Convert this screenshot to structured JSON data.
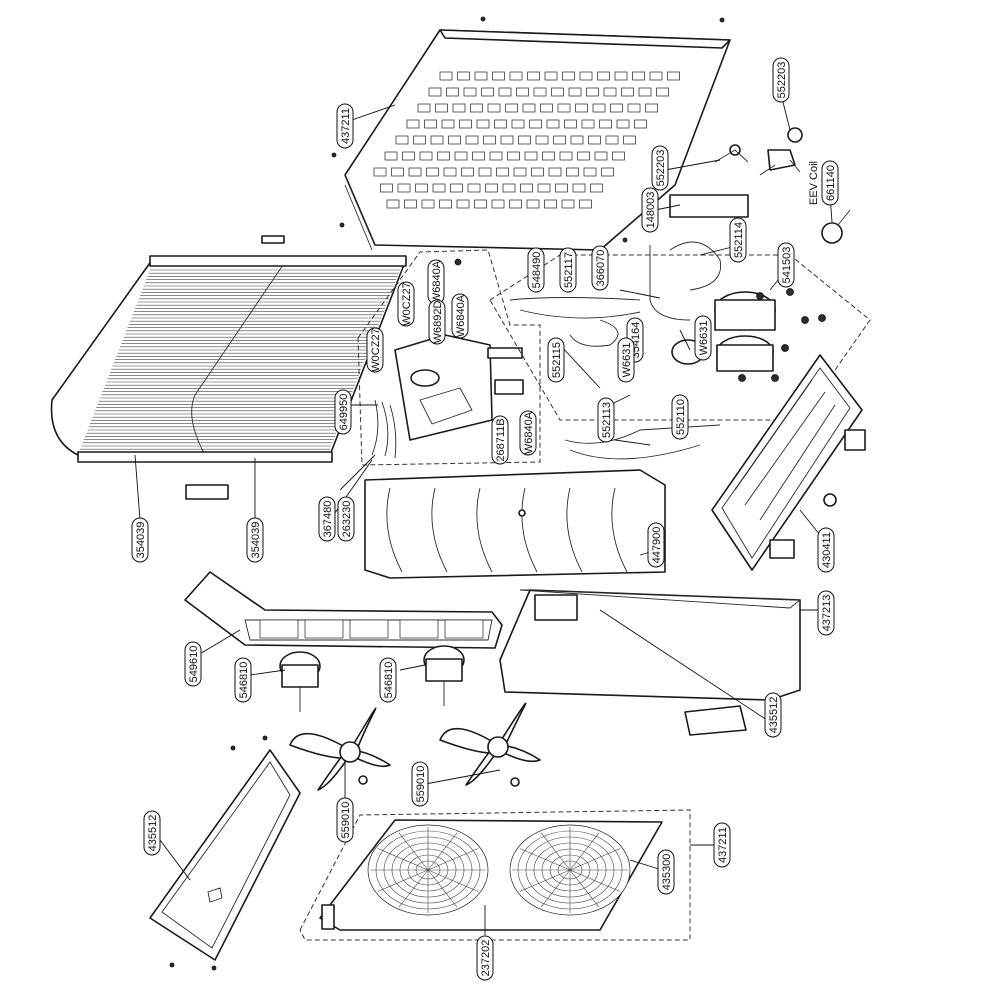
{
  "labels": [
    {
      "id": "l437211a",
      "text": "437211"
    },
    {
      "id": "l552203a",
      "text": "552203"
    },
    {
      "id": "l552203b",
      "text": "552203"
    },
    {
      "id": "l148003",
      "text": "148003"
    },
    {
      "id": "l552114",
      "text": "552114"
    },
    {
      "id": "l541503",
      "text": "541503"
    },
    {
      "id": "l61140",
      "text": "661140"
    },
    {
      "id": "l548490",
      "text": "548490"
    },
    {
      "id": "l552117",
      "text": "552117"
    },
    {
      "id": "l366070",
      "text": "366070"
    },
    {
      "id": "lW6840a",
      "text": "W6840A"
    },
    {
      "id": "lW6892",
      "text": "W6892D"
    },
    {
      "id": "lW6840b",
      "text": "W6840A"
    },
    {
      "id": "lW6840c",
      "text": "W6840A"
    },
    {
      "id": "lWCZ27",
      "text": "W0CZ27"
    },
    {
      "id": "lWCZ27b",
      "text": "W0CZ27"
    },
    {
      "id": "l649950",
      "text": "649950"
    },
    {
      "id": "l562115",
      "text": "552115"
    },
    {
      "id": "l354164",
      "text": "354164"
    },
    {
      "id": "lW663a",
      "text": "W6631"
    },
    {
      "id": "lW663b",
      "text": "W6631"
    },
    {
      "id": "l268711",
      "text": "268711B"
    },
    {
      "id": "l552113",
      "text": "552113"
    },
    {
      "id": "l552110",
      "text": "552110"
    },
    {
      "id": "l354039a",
      "text": "354039"
    },
    {
      "id": "l354039b",
      "text": "354039"
    },
    {
      "id": "l367480",
      "text": "367480"
    },
    {
      "id": "l263230",
      "text": "263230"
    },
    {
      "id": "l447900",
      "text": "447900"
    },
    {
      "id": "l430411",
      "text": "430411"
    },
    {
      "id": "l437213",
      "text": "437213"
    },
    {
      "id": "l549610",
      "text": "549610"
    },
    {
      "id": "l546810a",
      "text": "546810"
    },
    {
      "id": "l546810b",
      "text": "546810"
    },
    {
      "id": "l435512a",
      "text": "435512"
    },
    {
      "id": "l435512b",
      "text": "435512"
    },
    {
      "id": "l559010a",
      "text": "559010"
    },
    {
      "id": "l559010b",
      "text": "559010"
    },
    {
      "id": "l437211b",
      "text": "437211"
    },
    {
      "id": "l435300",
      "text": "435300"
    },
    {
      "id": "l237202",
      "text": "237202"
    }
  ],
  "eev_coil_text": "EEV Coil"
}
